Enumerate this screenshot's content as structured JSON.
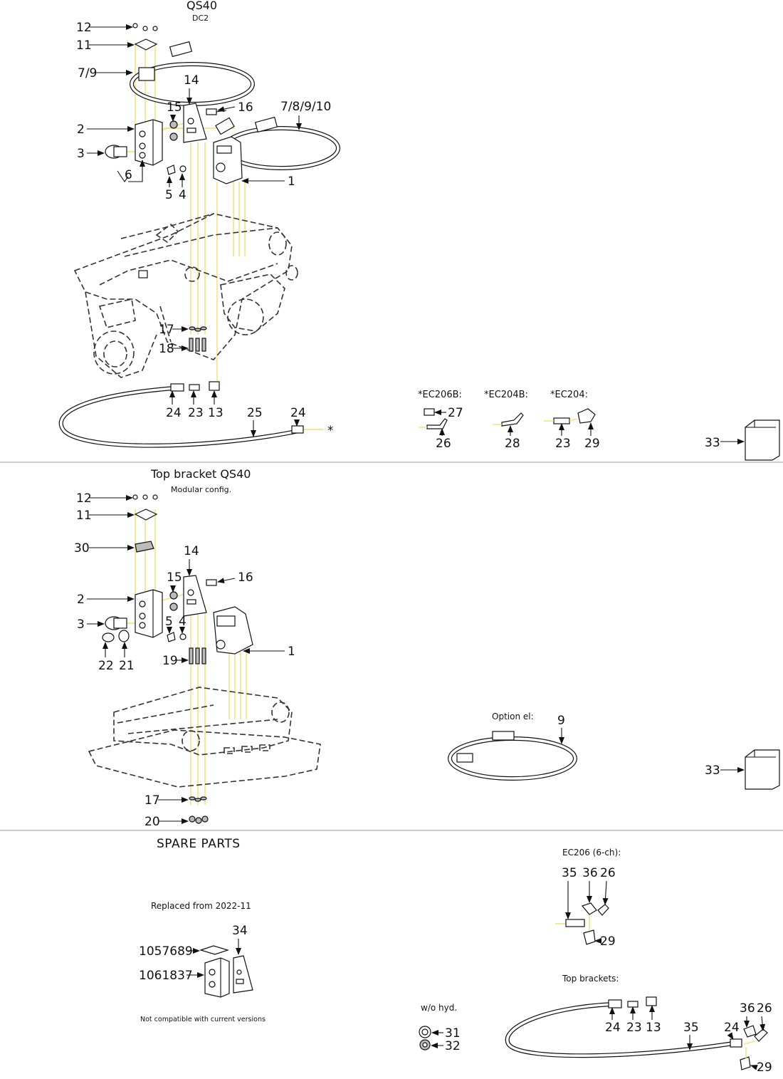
{
  "sections": {
    "top": {
      "title": "QS40",
      "subtitle": "DC2"
    },
    "middle": {
      "title": "Top bracket QS40",
      "subtitle": "Modular config."
    },
    "bottom": {
      "title": "SPARE PARTS"
    }
  },
  "callouts_top": {
    "p12": "12",
    "p11": "11",
    "p7_9": "7/9",
    "p14": "14",
    "p15": "15",
    "p16": "16",
    "p7_8_9_10": "7/8/9/10",
    "p2": "2",
    "p3": "3",
    "p6": "6",
    "p5": "5",
    "p4": "4",
    "p1": "1",
    "p17": "17",
    "p18": "18",
    "p24a": "24",
    "p23": "23",
    "p13": "13",
    "p25": "25",
    "p24b": "24",
    "star": "*"
  },
  "variants": {
    "ec206b": {
      "label": "*EC206B:",
      "parts": [
        "27",
        "26"
      ]
    },
    "ec204b": {
      "label": "*EC204B:",
      "parts": [
        "28"
      ]
    },
    "ec204": {
      "label": "*EC204:",
      "parts": [
        "23",
        "29"
      ]
    }
  },
  "cover": {
    "top_label": "33",
    "middle_label": "33"
  },
  "callouts_middle": {
    "p12": "12",
    "p11": "11",
    "p30": "30",
    "p14": "14",
    "p15": "15",
    "p16": "16",
    "p2": "2",
    "p5": "5",
    "p4": "4",
    "p3": "3",
    "p1": "1",
    "p22": "22",
    "p21": "21",
    "p19": "19",
    "p17": "17",
    "p20": "20"
  },
  "option_el": {
    "label": "Option el:",
    "part": "9"
  },
  "spare": {
    "replaced_note": "Replaced from 2022-11",
    "p34": "34",
    "p1057689": "1057689",
    "p1061837": "1061837",
    "compat_note": "Not compatible with current versions"
  },
  "ec206_6ch": {
    "label": "EC206 (6-ch):",
    "p35": "35",
    "p36": "36",
    "p26": "26",
    "p29": "29"
  },
  "without_hyd": {
    "label": "w/o hyd.",
    "p31": "31",
    "p32": "32"
  },
  "top_brackets": {
    "label": "Top brackets:",
    "p24a": "24",
    "p23": "23",
    "p13": "13",
    "p35": "35",
    "p24b": "24",
    "p36": "36",
    "p26": "26",
    "p29": "29"
  }
}
